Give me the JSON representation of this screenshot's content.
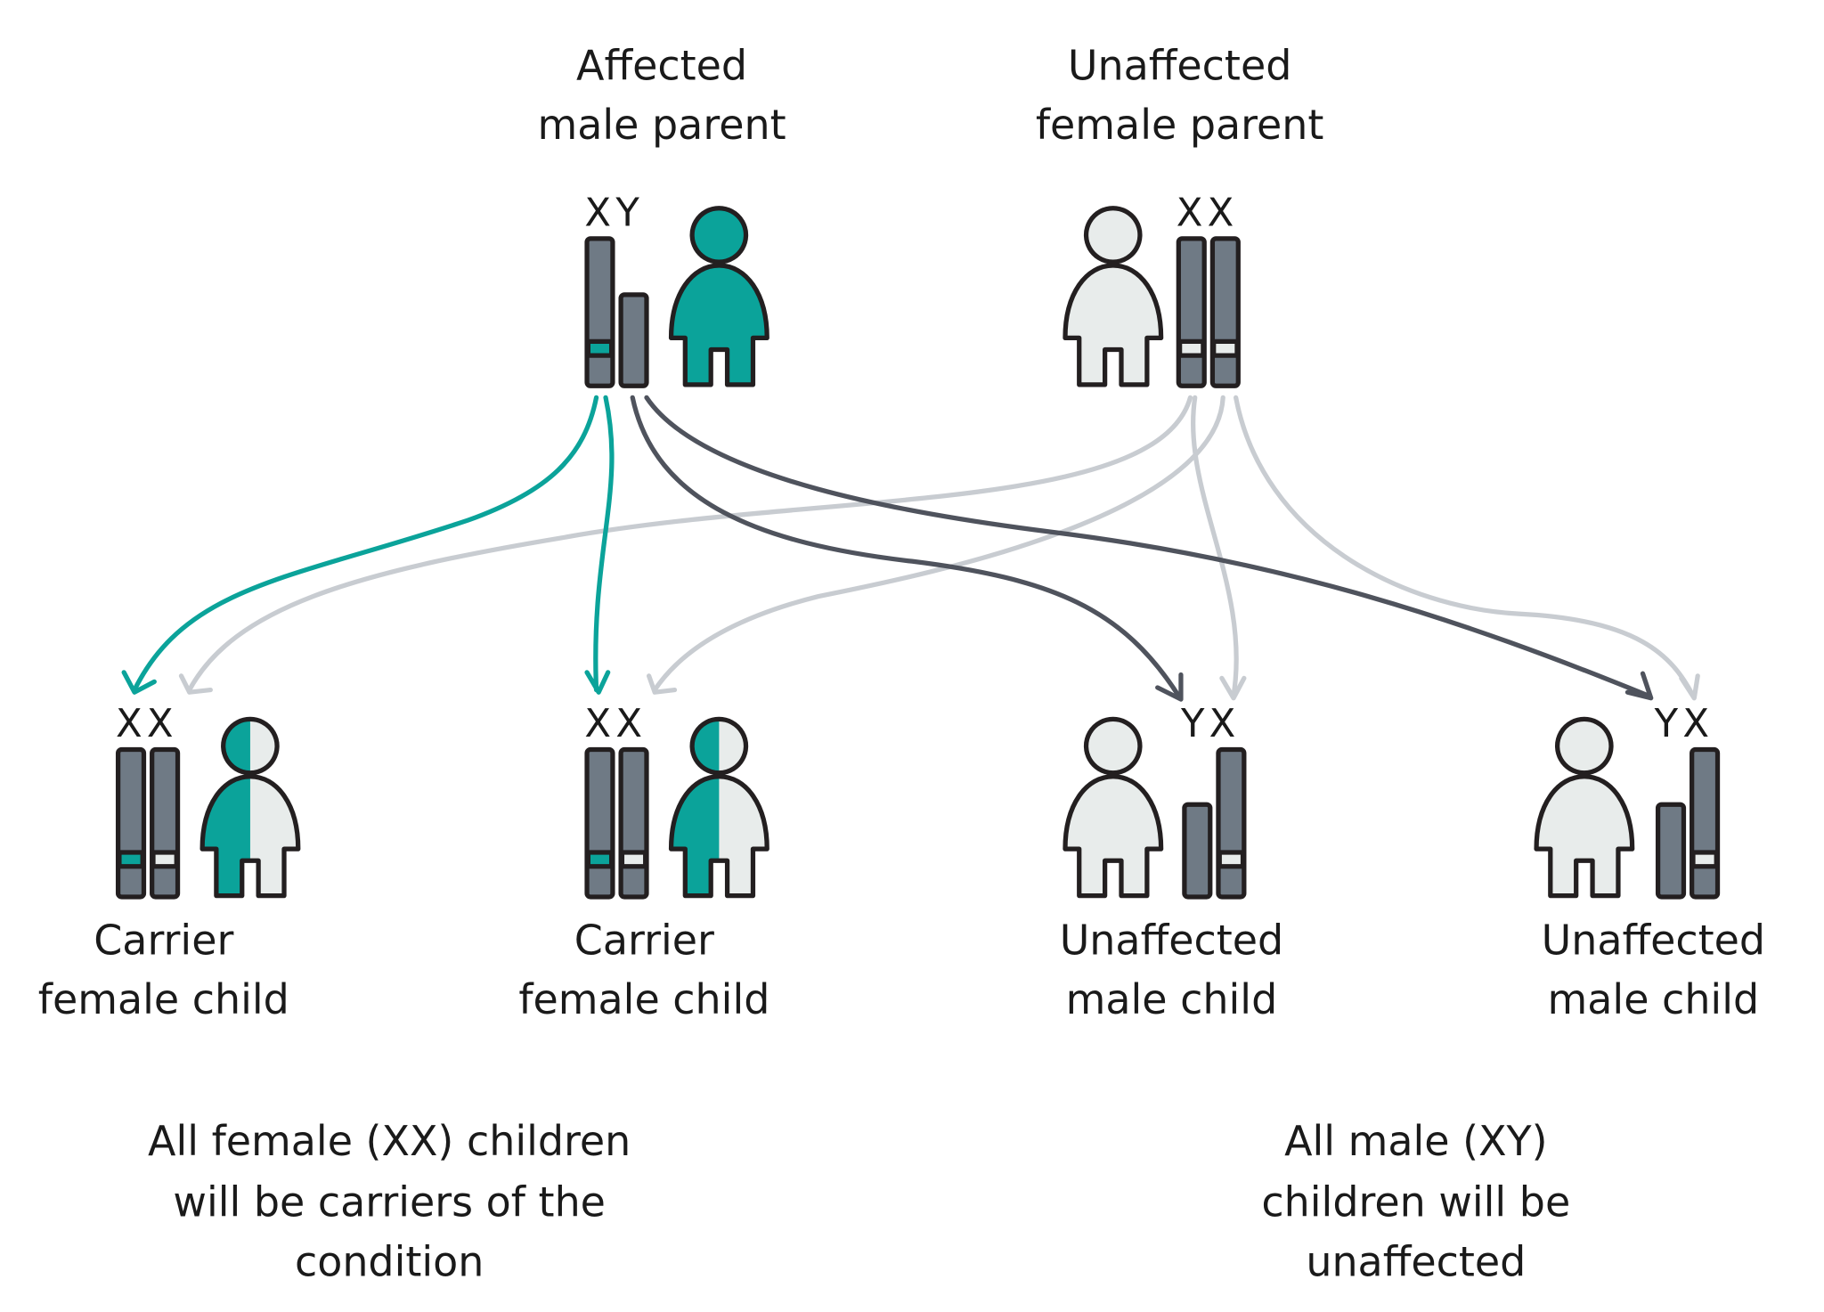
{
  "colors": {
    "affected": "#0ba39a",
    "unaffected": "#e8eceb",
    "chromosome": "#6f7a85",
    "arrow_father_x": "#0ba39a",
    "arrow_father_y": "#4f535d",
    "arrow_mother": "#c8ccd1",
    "outline": "#231f20"
  },
  "parents": {
    "father": {
      "label1": "Affected",
      "label2": "male parent",
      "chromosomes": "XY"
    },
    "mother": {
      "label1": "Unaffected",
      "label2": "female parent",
      "chromosomes": "XX"
    }
  },
  "children": [
    {
      "label1": "Carrier",
      "label2": "female child",
      "chromosomes": "XX"
    },
    {
      "label1": "Carrier",
      "label2": "female child",
      "chromosomes": "XX"
    },
    {
      "label1": "Unaffected",
      "label2": "male child",
      "chromosomes": "YX"
    },
    {
      "label1": "Unaffected",
      "label2": "male child",
      "chromosomes": "YX"
    }
  ],
  "notes": {
    "female": [
      "All female (XX) children",
      "will be carriers of the",
      "condition"
    ],
    "male": [
      "All male (XY)",
      "children will be",
      "unaffected"
    ]
  }
}
